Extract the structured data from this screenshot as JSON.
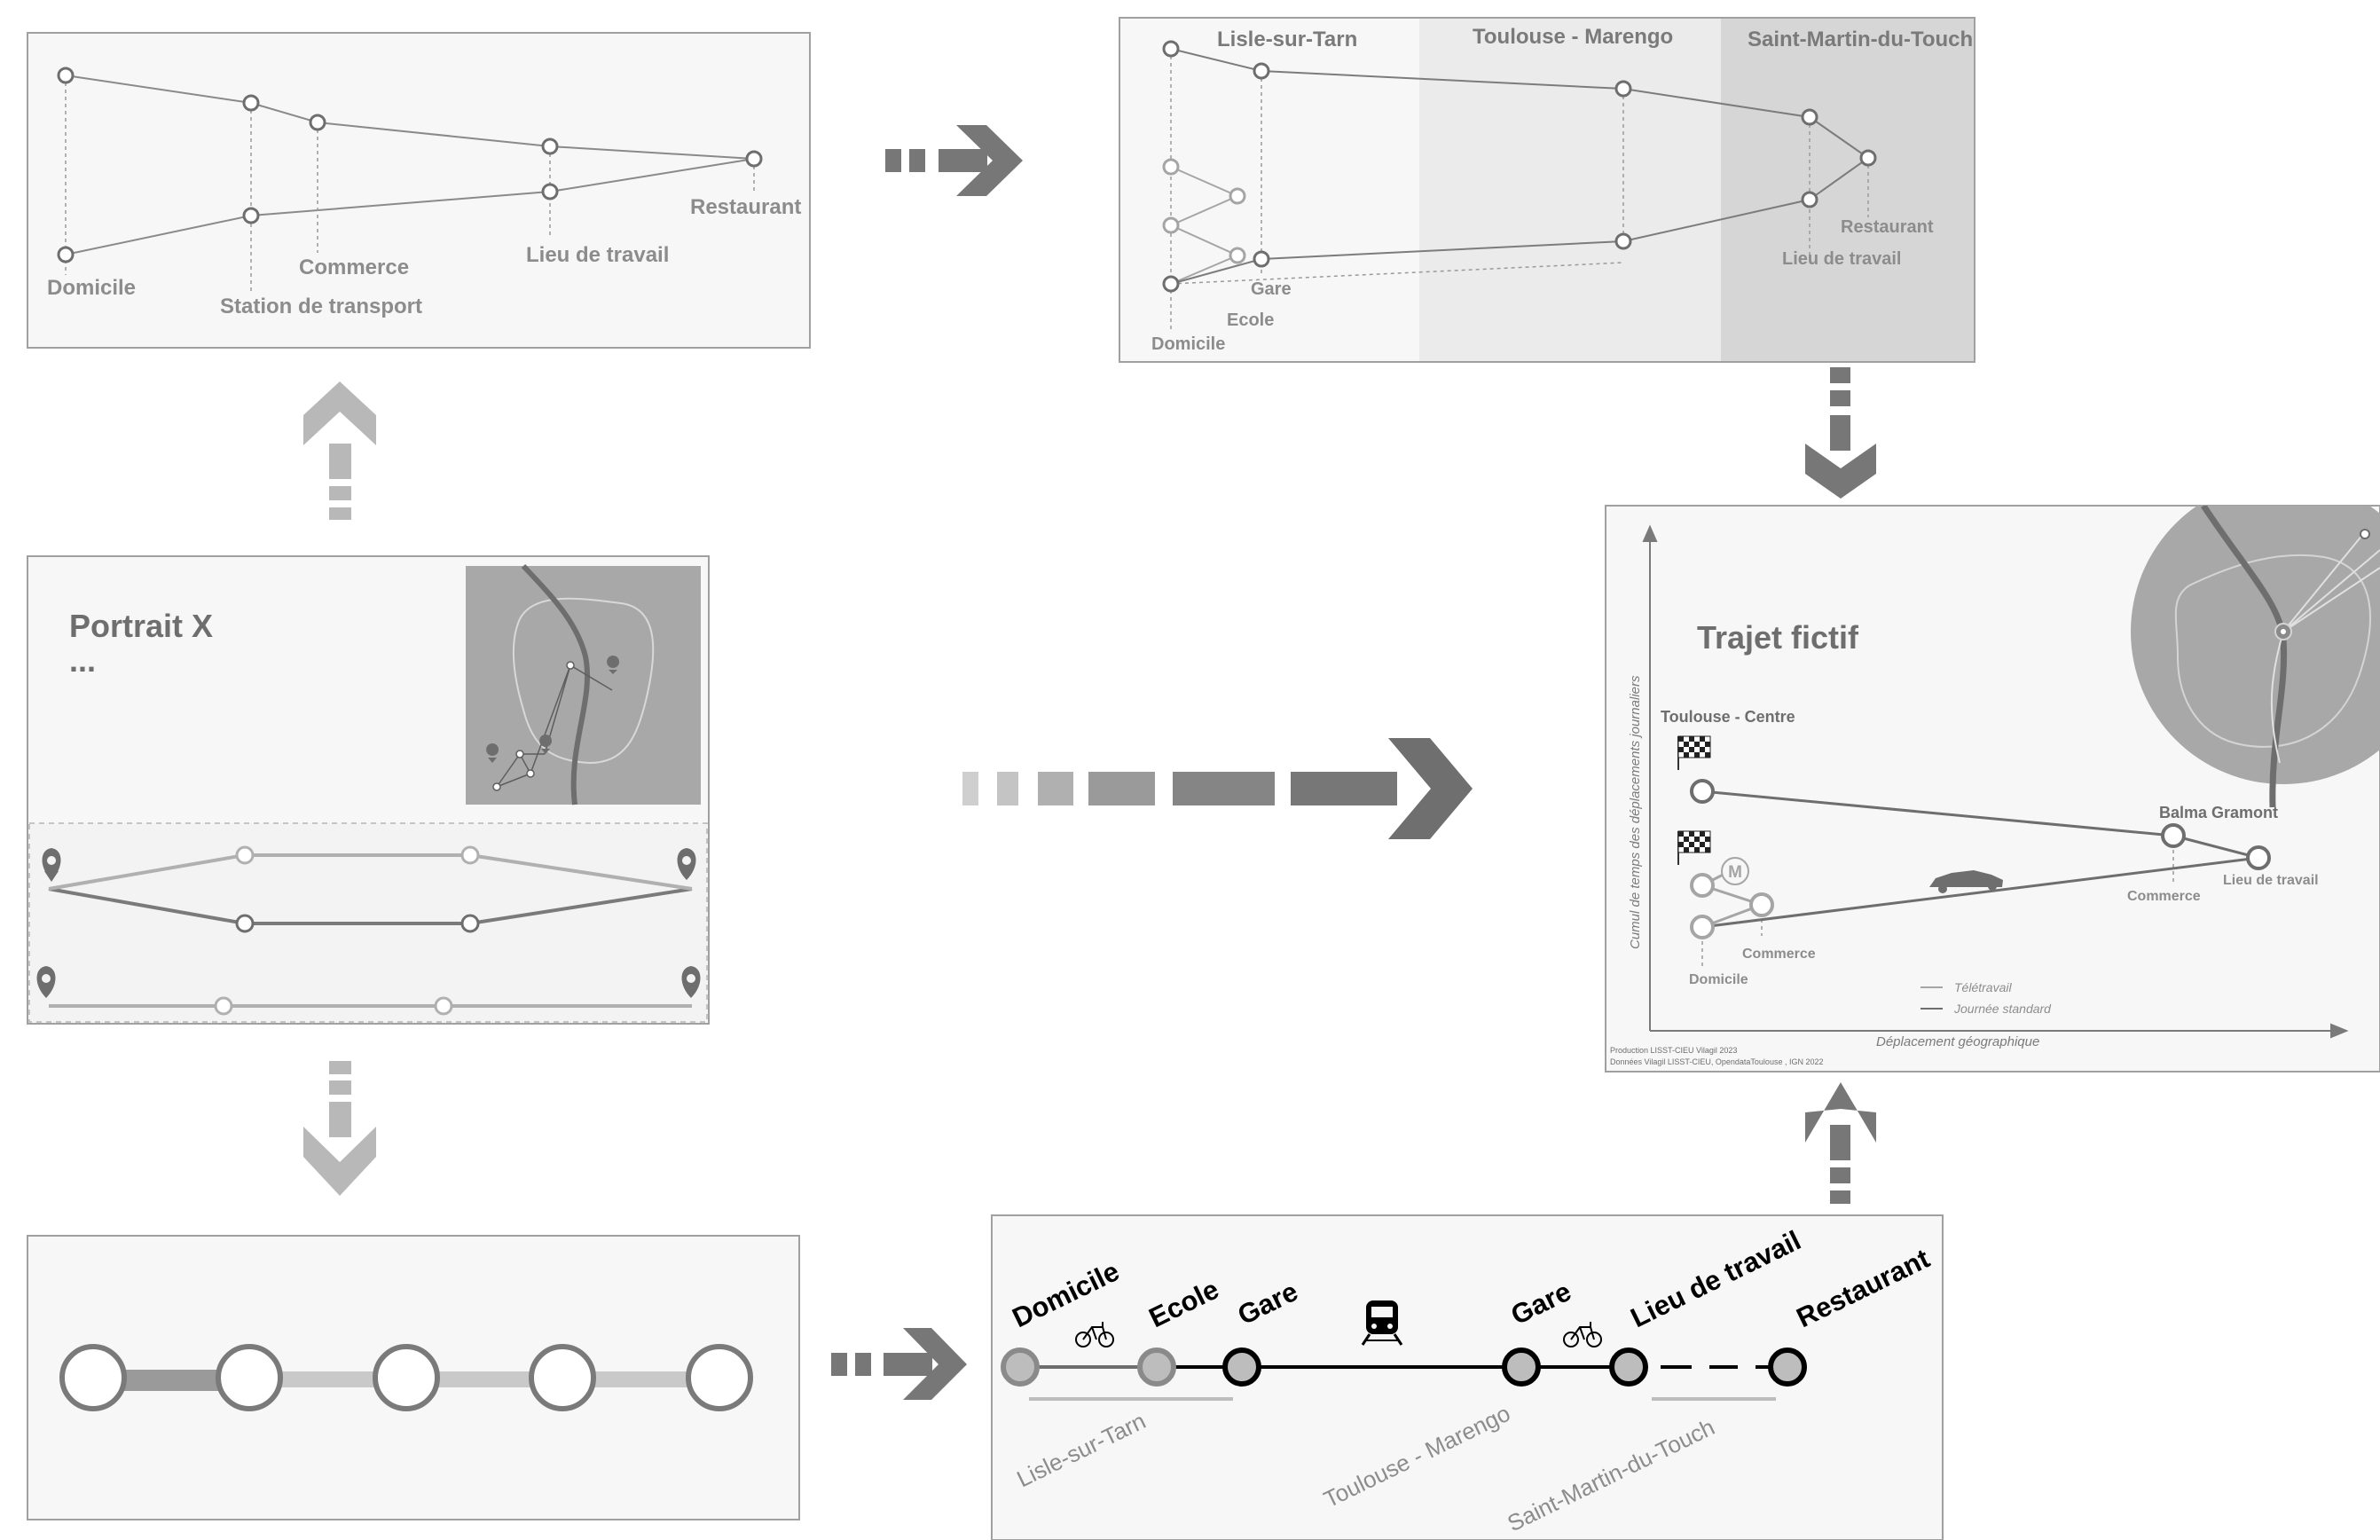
{
  "colors": {
    "panel_bg": "#f7f7f7",
    "panel_border": "#9a9a9a",
    "dark_gray": "#6e6e6e",
    "mid_gray": "#8c8c8c",
    "light_gray": "#b8b8b8",
    "band_light": "#ebebeb",
    "band_dark": "#d6d6d6",
    "map_bg": "#a8a8a8",
    "black": "#000000"
  },
  "panel_top_left": {
    "labels": {
      "domicile": "Domicile",
      "station": "Station de transport",
      "commerce": "Commerce",
      "travail": "Lieu de travail",
      "restaurant": "Restaurant"
    }
  },
  "panel_top_right": {
    "zones": [
      "Lisle-sur-Tarn",
      "Toulouse - Marengo",
      "Saint-Martin-du-Touch"
    ],
    "labels": {
      "domicile": "Domicile",
      "ecole": "Ecole",
      "gare": "Gare",
      "travail": "Lieu de travail",
      "restaurant": "Restaurant"
    }
  },
  "panel_portrait": {
    "title": "Portrait X",
    "subtitle": "..."
  },
  "panel_trajet": {
    "title": "Trajet fictif",
    "y_axis": "Cumul de temps des déplacements journaliers",
    "x_axis": "Déplacement géographique",
    "toulouse_centre": "Toulouse - Centre",
    "balma": "Balma Gramont",
    "commerce_right": "Commerce",
    "travail": "Lieu de travail",
    "commerce_left": "Commerce",
    "domicile": "Domicile",
    "metro_glyph": "M",
    "legend": [
      "Télétravail",
      "Journée standard"
    ],
    "credits": [
      "Production LISST-CIEU Vilagil 2023",
      "Données Vilagil LISST-CIEU, OpendataToulouse , IGN 2022"
    ]
  },
  "panel_timeline": {
    "stops": [
      "Domicile",
      "Ecole",
      "Gare",
      "Gare",
      "Lieu de travail",
      "Restaurant"
    ],
    "zones": [
      "Lisle-sur-Tarn",
      "Toulouse - Marengo",
      "Saint-Martin-du-Touch"
    ],
    "icons": [
      "bicycle-icon",
      "train-icon",
      "bicycle-icon"
    ]
  }
}
